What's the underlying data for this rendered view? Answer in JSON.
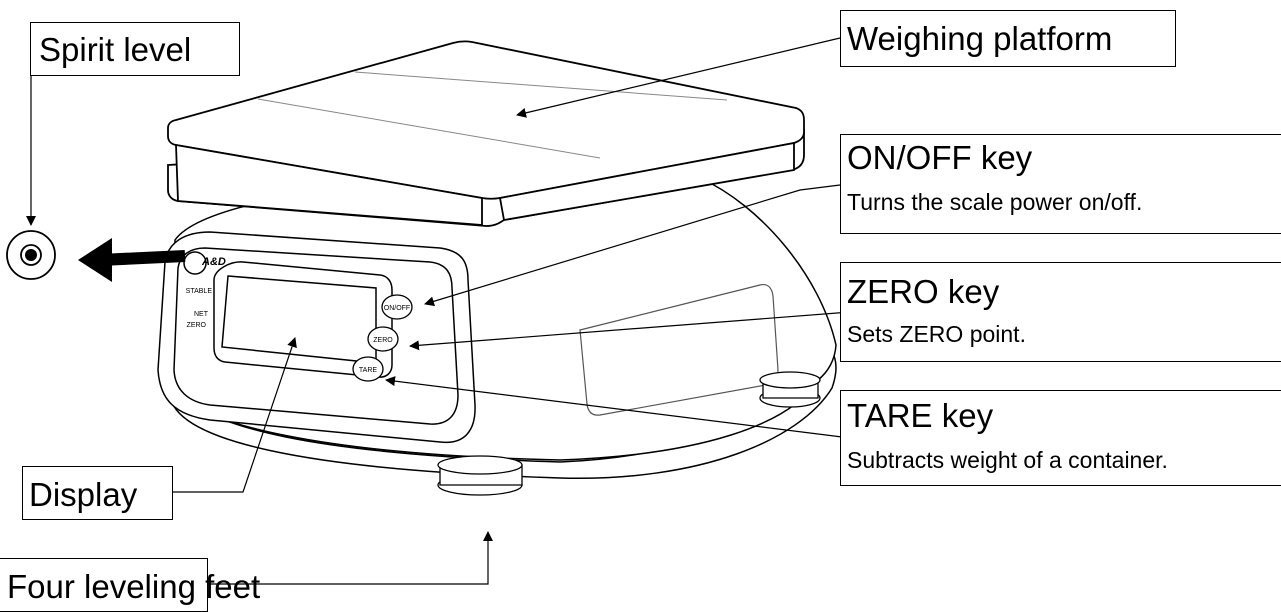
{
  "scale": {
    "brand": "A&D",
    "display_indicators": [
      "STABLE",
      "NET",
      "ZERO"
    ],
    "keys": [
      "ON/OFF",
      "ZERO",
      "TARE"
    ]
  },
  "labels": {
    "spirit_level": {
      "title": "Spirit level"
    },
    "weighing_platform": {
      "title": "Weighing platform"
    },
    "on_off_key": {
      "title": "ON/OFF key",
      "desc": "Turns the scale power on/off."
    },
    "zero_key": {
      "title": "ZERO key",
      "desc": "Sets ZERO point."
    },
    "tare_key": {
      "title": "TARE key",
      "desc": "Subtracts weight of a container."
    },
    "display": {
      "title": "Display"
    },
    "leveling_feet": {
      "title": "Four leveling feet"
    }
  }
}
